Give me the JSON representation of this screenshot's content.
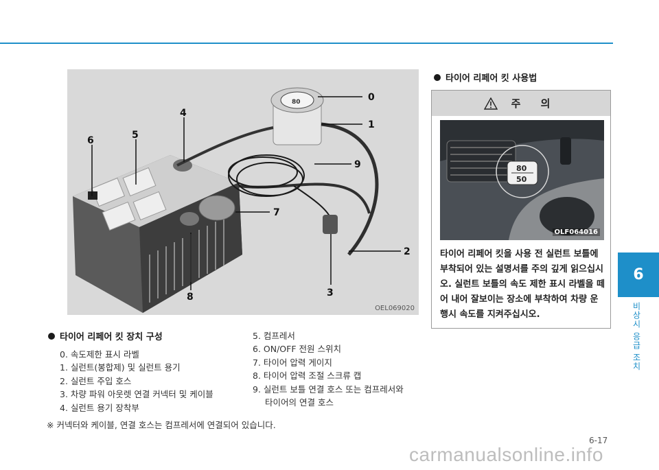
{
  "figure": {
    "image_code": "OEL069020",
    "callouts": [
      "0",
      "1",
      "2",
      "3",
      "4",
      "5",
      "6",
      "7",
      "8",
      "9"
    ]
  },
  "components": {
    "heading": "타이어 리페어 킷 장치 구성",
    "items_left": [
      "0.  속도제한 표시 라벨",
      "1.  실런트(봉합제) 및 실런트 용기",
      "2.  실런트 주입 호스",
      "3.  차량 파워 아웃렛 연결 커넥터 및 케이블",
      "4.  실런트 용기 장착부"
    ],
    "items_right": [
      "5.  컴프레서",
      "6.  ON/OFF 전원 스위치",
      "7.  타이어 압력 게이지",
      "8.  타이어 압력 조절 스크류 캡",
      "9.  실런트 보틀 연결 호스 또는 컴프레서와",
      "타이어의 연결 호스"
    ],
    "footnote": "※ 커넥터와 케이블, 연결 호스는 컴프레서에 연결되어 있습니다."
  },
  "usage": {
    "heading": "타이어 리페어 킷 사용법",
    "caution_title": "주 의",
    "photo_code": "OLF064016",
    "label_top": "80",
    "label_bottom": "50",
    "caution_text": "타이어 리페어 킷을 사용 전 실런트 보틀에 부착되어 있는 설명서를 주의 깊게 읽으십시오. 실런트 보틀의 속도 제한 표시 라벨을 떼어 내어 잘보이는 장소에 부착하여 차량 운행시 속도를 지켜주십시오."
  },
  "side_tab": {
    "chapter": "6",
    "label": "비상시 응급 조치"
  },
  "page_number": "6-17",
  "watermark": "carmanualsonline.info"
}
